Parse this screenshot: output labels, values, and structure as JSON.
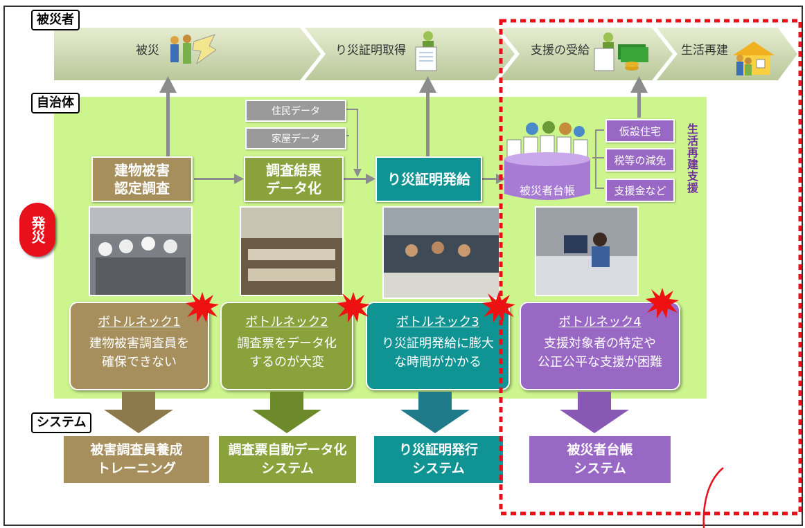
{
  "tags": {
    "hisaisha": "被災者",
    "jichitai": "自治体",
    "system": "システム"
  },
  "chevrons": [
    "被災",
    "り災証明取得",
    "支援の受給",
    "生活再建"
  ],
  "hassai": "発災",
  "gray_boxes": [
    "住民データ",
    "家屋データ"
  ],
  "steps": [
    {
      "l1": "建物被害",
      "l2": "認定調査"
    },
    {
      "l1": "調査結果",
      "l2": "データ化"
    },
    {
      "l1": "り災証明発給",
      "l2": ""
    }
  ],
  "ledger": "被災者台帳",
  "support_items": [
    "仮設住宅",
    "税等の減免",
    "支援金など"
  ],
  "vertical_label": "生活再建支援",
  "bottlenecks": [
    {
      "title": "ボトルネック1",
      "l1": "建物被害調査員を",
      "l2": "確保できない"
    },
    {
      "title": "ボトルネック2",
      "l1": "調査票をデータ化",
      "l2": "するのが大変"
    },
    {
      "title": "ボトルネック3",
      "l1": "り災証明発給に膨大",
      "l2": "な時間がかかる"
    },
    {
      "title": "ボトルネック4",
      "l1": "支援対象者の特定や",
      "l2": "公正公平な支援が困難"
    }
  ],
  "systems": [
    {
      "l1": "被害調査員養成",
      "l2": "トレーニング"
    },
    {
      "l1": "調査票自動データ化",
      "l2": "システム"
    },
    {
      "l1": "り災証明発行",
      "l2": "システム"
    },
    {
      "l1": "被災者台帳",
      "l2": "システム"
    }
  ],
  "colors": {
    "brown": "#a68f5c",
    "olive": "#8aa23c",
    "teal": "#0f9393",
    "purple": "#9968c4",
    "light_green": "#ccf58e",
    "red": "#e8101a"
  }
}
